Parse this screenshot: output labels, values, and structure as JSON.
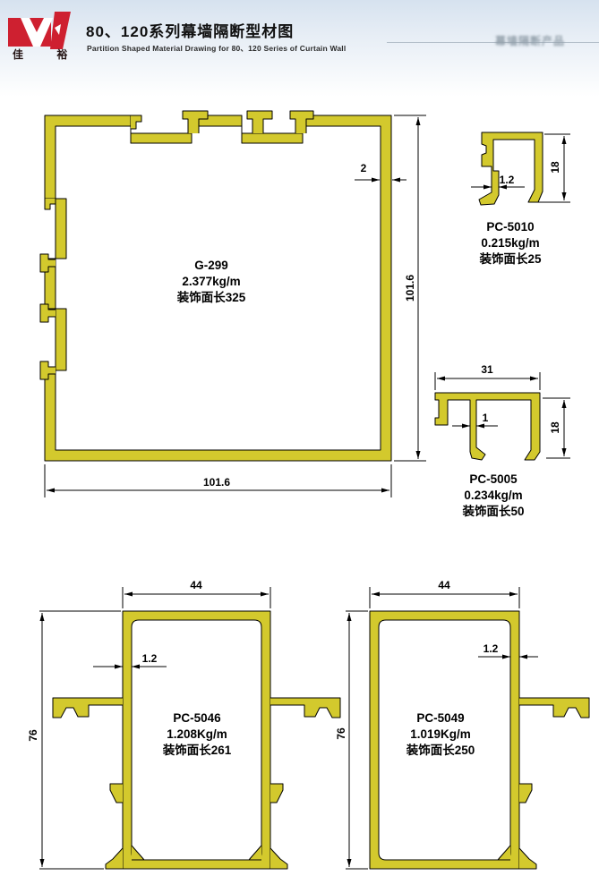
{
  "header": {
    "logo_characters": "佳 裕",
    "title_cn": "80、120系列幕墙隔断型材图",
    "title_en": "Partition Shaped Material Drawing for 80、120 Series of Curtain Wall",
    "watermark": "幕墙隔断产品"
  },
  "profiles": {
    "g299": {
      "model": "G-299",
      "weight": "2.377kg/m",
      "face_length": "装饰面长325",
      "dim_wall": "2",
      "dim_height": "101.6",
      "dim_width": "101.6"
    },
    "pc5010": {
      "model": "PC-5010",
      "weight": "0.215kg/m",
      "face_length": "装饰面长25",
      "dim_wall": "1.2",
      "dim_height": "18"
    },
    "pc5005": {
      "model": "PC-5005",
      "weight": "0.234kg/m",
      "face_length": "装饰面长50",
      "dim_width": "31",
      "dim_wall": "1",
      "dim_height": "18"
    },
    "pc5046": {
      "model": "PC-5046",
      "weight": "1.208Kg/m",
      "face_length": "装饰面长261",
      "dim_width": "44",
      "dim_wall": "1.2",
      "dim_height": "76"
    },
    "pc5049": {
      "model": "PC-5049",
      "weight": "1.019Kg/m",
      "face_length": "装饰面长250",
      "dim_width": "44",
      "dim_wall": "1.2",
      "dim_height": "76"
    }
  },
  "colors": {
    "profile_fill": "#d3c92d",
    "outline": "#000000",
    "logo_red": "#ce2030",
    "header_top": "#d7e3f0",
    "watermark_gray": "#93a0ab"
  }
}
